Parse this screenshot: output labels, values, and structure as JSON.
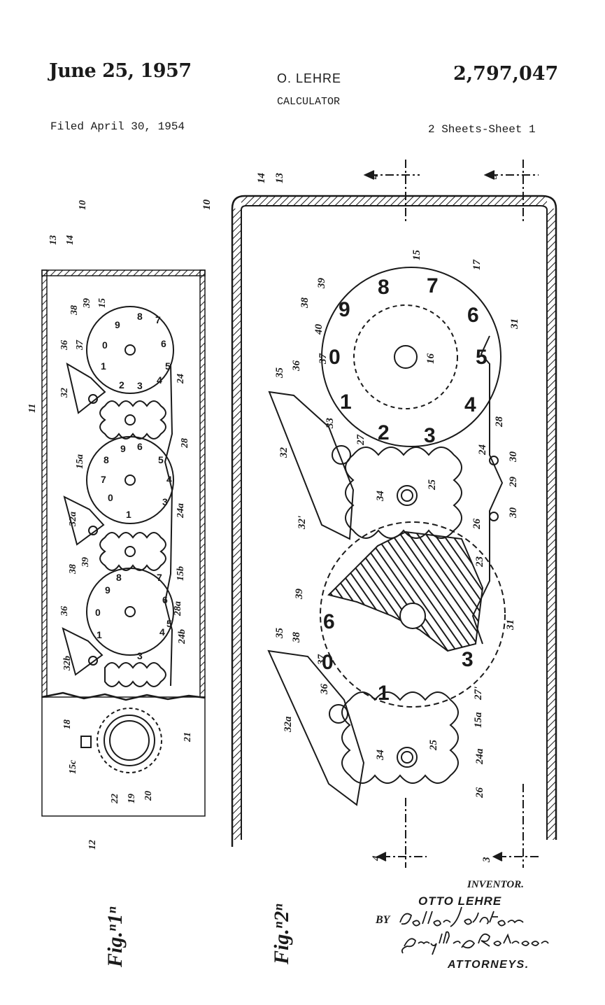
{
  "header": {
    "date": "June 25, 1957",
    "inventor_name": "O. LEHRE",
    "patent_number": "2,797,047",
    "title": "CALCULATOR",
    "filed": "Filed April 30, 1954",
    "sheets": "2 Sheets-Sheet 1"
  },
  "figures": {
    "fig1_label": "Fig.ⁿ1ⁿ",
    "fig2_label": "Fig.ⁿ2ⁿ"
  },
  "signature": {
    "inventor_label": "INVENTOR.",
    "inventor": "OTTO LEHRE",
    "by": "BY",
    "attorneys_signature": "Pollard, Johnston, Smythe & Robertson",
    "attorneys_label": "ATTORNEYS."
  },
  "fig1": {
    "refs": [
      "10",
      "13",
      "14",
      "15",
      "38",
      "39",
      "37",
      "36",
      "15a",
      "32",
      "24",
      "28",
      "32a",
      "39",
      "38",
      "36",
      "15b",
      "28a",
      "24a",
      "24b",
      "32b",
      "18",
      "21",
      "15c",
      "22",
      "19",
      "20",
      "11",
      "12"
    ],
    "dial_digits": [
      "8",
      "7",
      "9",
      "6",
      "0",
      "5",
      "1",
      "4",
      "3",
      "2"
    ]
  },
  "fig2": {
    "refs": [
      "10",
      "14",
      "13",
      "15",
      "17",
      "39",
      "38",
      "40",
      "37",
      "36",
      "35",
      "16",
      "31",
      "28",
      "33",
      "32",
      "27",
      "24",
      "30",
      "29",
      "25",
      "34",
      "26",
      "32'",
      "23",
      "39",
      "38",
      "37",
      "36",
      "35",
      "31",
      "27'",
      "15a",
      "32a",
      "25",
      "24a",
      "34",
      "26",
      "4",
      "3",
      "4",
      "3"
    ],
    "dial_digits": [
      "8",
      "7",
      "9",
      "6",
      "0",
      "5",
      "1",
      "4",
      "2",
      "3"
    ],
    "lower_dial_digits": [
      "6",
      "0",
      "1",
      "3"
    ]
  },
  "colors": {
    "ink": "#1a1a1a",
    "paper": "#ffffff"
  }
}
